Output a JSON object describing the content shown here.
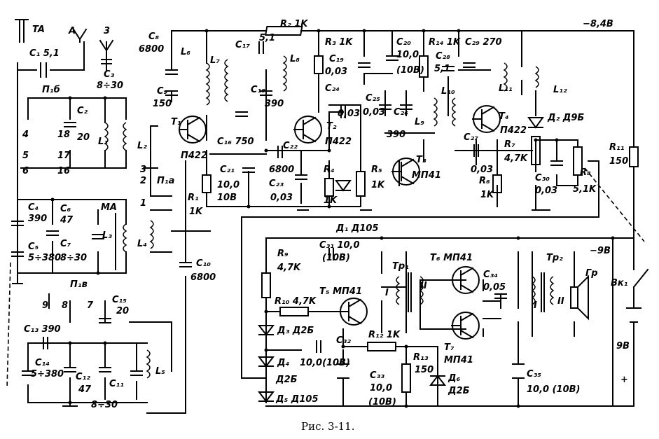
{
  "caption": "Рис. 3-11.",
  "components": [
    {
      "name": "label-ta",
      "text": "TA"
    },
    {
      "name": "label-a",
      "text": "A"
    },
    {
      "name": "label-3",
      "text": "3"
    },
    {
      "name": "label-c1",
      "text": "C₁ 5,1"
    },
    {
      "name": "label-c3",
      "text": "C₃"
    },
    {
      "name": "label-c3v",
      "text": "8÷30"
    },
    {
      "name": "label-p1b",
      "text": "П₁б"
    },
    {
      "name": "label-c2",
      "text": "C₂"
    },
    {
      "name": "label-c2v",
      "text": "20"
    },
    {
      "name": "label-l1",
      "text": "L₁"
    },
    {
      "name": "label-4",
      "text": "4"
    },
    {
      "name": "label-18a",
      "text": "18"
    },
    {
      "name": "label-5",
      "text": "5"
    },
    {
      "name": "label-17",
      "text": "17"
    },
    {
      "name": "label-6",
      "text": "6"
    },
    {
      "name": "label-16",
      "text": "16"
    },
    {
      "name": "label-l2",
      "text": "L₂"
    },
    {
      "name": "label-3b",
      "text": "3"
    },
    {
      "name": "label-2",
      "text": "2"
    },
    {
      "name": "label-p1a",
      "text": "П₁а"
    },
    {
      "name": "label-1",
      "text": "1"
    },
    {
      "name": "label-c4",
      "text": "C₄"
    },
    {
      "name": "label-c4v",
      "text": "390"
    },
    {
      "name": "label-c6",
      "text": "C₆"
    },
    {
      "name": "label-c6v",
      "text": "47"
    },
    {
      "name": "label-ma",
      "text": "MA"
    },
    {
      "name": "label-c5",
      "text": "C₅"
    },
    {
      "name": "label-c5v",
      "text": "5÷380"
    },
    {
      "name": "label-c7",
      "text": "C₇"
    },
    {
      "name": "label-c7v",
      "text": "8÷30"
    },
    {
      "name": "label-l3",
      "text": "L₃"
    },
    {
      "name": "label-l4",
      "text": "L₄"
    },
    {
      "name": "label-p1v",
      "text": "П₁в"
    },
    {
      "name": "label-9",
      "text": "9"
    },
    {
      "name": "label-8",
      "text": "8"
    },
    {
      "name": "label-7",
      "text": "7"
    },
    {
      "name": "label-c15",
      "text": "C₁₅"
    },
    {
      "name": "label-c15v",
      "text": "20"
    },
    {
      "name": "label-c13",
      "text": "C₁₃ 390"
    },
    {
      "name": "label-c14",
      "text": "C₁₄"
    },
    {
      "name": "label-c14v",
      "text": "5÷380"
    },
    {
      "name": "label-c12",
      "text": "C₁₂"
    },
    {
      "name": "label-c12v",
      "text": "47"
    },
    {
      "name": "label-c11",
      "text": "C₁₁"
    },
    {
      "name": "label-c11v",
      "text": "8÷30"
    },
    {
      "name": "label-l5",
      "text": "L₅"
    },
    {
      "name": "label-c8",
      "text": "C₈"
    },
    {
      "name": "label-c8v",
      "text": "6800"
    },
    {
      "name": "label-c9",
      "text": "C₉"
    },
    {
      "name": "label-c9v",
      "text": "150"
    },
    {
      "name": "label-l6",
      "text": "L₆"
    },
    {
      "name": "label-l7",
      "text": "L₇"
    },
    {
      "name": "label-c17",
      "text": "C₁₇"
    },
    {
      "name": "label-c17v",
      "text": "5,1"
    },
    {
      "name": "label-l8",
      "text": "L₈"
    },
    {
      "name": "label-c18",
      "text": "C₁₈"
    },
    {
      "name": "label-c18v",
      "text": "390"
    },
    {
      "name": "label-c16",
      "text": "C₁₆ 750"
    },
    {
      "name": "label-t1",
      "text": "T₁"
    },
    {
      "name": "label-p422a",
      "text": "П422"
    },
    {
      "name": "label-c10",
      "text": "C₁₀"
    },
    {
      "name": "label-c10v",
      "text": "6800"
    },
    {
      "name": "label-r1",
      "text": "R₁"
    },
    {
      "name": "label-r1v",
      "text": "1K"
    },
    {
      "name": "label-c21",
      "text": "C₂₁"
    },
    {
      "name": "label-c21v",
      "text": "10,0"
    },
    {
      "name": "label-c21u",
      "text": "10B"
    },
    {
      "name": "label-c22",
      "text": "C₂₂"
    },
    {
      "name": "label-c22v",
      "text": "6800"
    },
    {
      "name": "label-c23",
      "text": "C₂₃"
    },
    {
      "name": "label-c23v",
      "text": "0,03"
    },
    {
      "name": "label-r2",
      "text": "R₂ 1K"
    },
    {
      "name": "label-r3",
      "text": "R₃ 1K"
    },
    {
      "name": "label-c19",
      "text": "C₁₉"
    },
    {
      "name": "label-c19v",
      "text": "0,03"
    },
    {
      "name": "label-c20",
      "text": "C₂₀"
    },
    {
      "name": "label-c20v",
      "text": "10,0"
    },
    {
      "name": "label-c20u",
      "text": "(10B)"
    },
    {
      "name": "label-c24",
      "text": "C₂₄"
    },
    {
      "name": "label-c24v",
      "text": "0,03"
    },
    {
      "name": "label-t2",
      "text": "T₂"
    },
    {
      "name": "label-p422b",
      "text": "П422"
    },
    {
      "name": "label-r4",
      "text": "R₄"
    },
    {
      "name": "label-r4v",
      "text": "1K"
    },
    {
      "name": "label-d1",
      "text": "Д₁ Д105"
    },
    {
      "name": "label-r5",
      "text": "R₅"
    },
    {
      "name": "label-r5v",
      "text": "1K"
    },
    {
      "name": "label-c25",
      "text": "C₂₅"
    },
    {
      "name": "label-c25v",
      "text": "0,03"
    },
    {
      "name": "label-c26",
      "text": "C₂₆"
    },
    {
      "name": "label-c26v",
      "text": "390"
    },
    {
      "name": "label-l9",
      "text": "L₉"
    },
    {
      "name": "label-t3",
      "text": "T₃"
    },
    {
      "name": "label-mp41a",
      "text": "МП41"
    },
    {
      "name": "label-r14",
      "text": "R₁₄ 1K"
    },
    {
      "name": "label-c28",
      "text": "C₂₈"
    },
    {
      "name": "label-c28v",
      "text": "5,1"
    },
    {
      "name": "label-l10",
      "text": "L₁₀"
    },
    {
      "name": "label-c29",
      "text": "C₂₉ 270"
    },
    {
      "name": "label-l11",
      "text": "L₁₁"
    },
    {
      "name": "label-l12",
      "text": "L₁₂"
    },
    {
      "name": "label-t4",
      "text": "T₄"
    },
    {
      "name": "label-p422c",
      "text": "П422"
    },
    {
      "name": "label-c27",
      "text": "C₂₇"
    },
    {
      "name": "label-c27v",
      "text": "0,03"
    },
    {
      "name": "label-r7",
      "text": "R₇"
    },
    {
      "name": "label-r7v",
      "text": "4,7K"
    },
    {
      "name": "label-r6",
      "text": "R₆"
    },
    {
      "name": "label-r6v",
      "text": "1K"
    },
    {
      "name": "label-d2",
      "text": "Д₂ Д9Б"
    },
    {
      "name": "label-c30",
      "text": "C₃₀"
    },
    {
      "name": "label-c30v",
      "text": "0,03"
    },
    {
      "name": "label-r8",
      "text": "R₈"
    },
    {
      "name": "label-r8v",
      "text": "5,1K"
    },
    {
      "name": "label-r11",
      "text": "R₁₁"
    },
    {
      "name": "label-r11v",
      "text": "150"
    },
    {
      "name": "label-m84",
      "text": "−8,4B"
    },
    {
      "name": "label-m9",
      "text": "−9B"
    },
    {
      "name": "label-vk1",
      "text": "Вк₁"
    },
    {
      "name": "label-9b",
      "text": "9B"
    },
    {
      "name": "label-plus",
      "text": "+"
    },
    {
      "name": "label-r9",
      "text": "R₉"
    },
    {
      "name": "label-r9v",
      "text": "4,7K"
    },
    {
      "name": "label-c31",
      "text": "C₃₁ 10,0"
    },
    {
      "name": "label-c31u",
      "text": "(10B)"
    },
    {
      "name": "label-r10",
      "text": "R₁₀ 4,7K"
    },
    {
      "name": "label-t5",
      "text": "T₅ МП41"
    },
    {
      "name": "label-d3",
      "text": "Д₃ Д2Б"
    },
    {
      "name": "label-c32",
      "text": "C₃₂"
    },
    {
      "name": "label-c32v",
      "text": "10,0(10B)"
    },
    {
      "name": "label-r12",
      "text": "R₁₂ 1K"
    },
    {
      "name": "label-d4",
      "text": "Д₄"
    },
    {
      "name": "label-d2b",
      "text": "Д2Б"
    },
    {
      "name": "label-d5",
      "text": "Д₅ Д105"
    },
    {
      "name": "label-c33",
      "text": "C₃₃"
    },
    {
      "name": "label-c33v",
      "text": "10,0"
    },
    {
      "name": "label-c33u",
      "text": "(10B)"
    },
    {
      "name": "label-r13",
      "text": "R₁₃"
    },
    {
      "name": "label-r13v",
      "text": "150"
    },
    {
      "name": "label-d6",
      "text": "Д₆"
    },
    {
      "name": "label-d6v",
      "text": "Д2Б"
    },
    {
      "name": "label-tp1",
      "text": "Tp₁"
    },
    {
      "name": "label-i1",
      "text": "I"
    },
    {
      "name": "label-ii1",
      "text": "II"
    },
    {
      "name": "label-t6",
      "text": "T₆ МП41"
    },
    {
      "name": "label-t7",
      "text": "T₇"
    },
    {
      "name": "label-mp41b",
      "text": "МП41"
    },
    {
      "name": "label-c34",
      "text": "C₃₄"
    },
    {
      "name": "label-c34v",
      "text": "0,05"
    },
    {
      "name": "label-tp2",
      "text": "Tp₂"
    },
    {
      "name": "label-i2",
      "text": "I"
    },
    {
      "name": "label-ii2",
      "text": "II"
    },
    {
      "name": "label-gr",
      "text": "Гр"
    },
    {
      "name": "label-c35",
      "text": "C₃₅"
    },
    {
      "name": "label-c35v",
      "text": "10,0 (10B)"
    }
  ]
}
